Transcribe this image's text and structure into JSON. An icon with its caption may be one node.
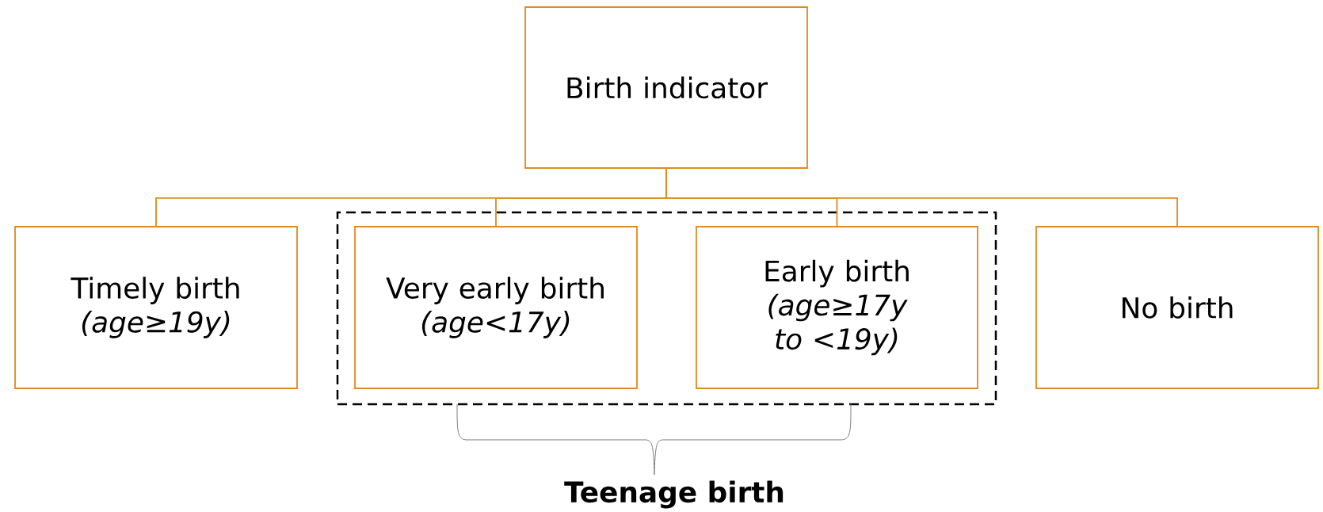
{
  "diagram": {
    "nodes": [
      {
        "text": [
          "Birth indicator"
        ]
      },
      {
        "text": [
          "Timely birth",
          "(age≥19y)"
        ]
      },
      {
        "text": [
          "Teenage birth"
        ]
      },
      {
        "text": [
          "Very early birth",
          "(age<17y)"
        ],
        "in": 2
      },
      {
        "text": [
          "Early birth",
          "(age≥17y to <19y)"
        ],
        "in": 2
      },
      {
        "text": [
          "No birth"
        ]
      }
    ],
    "edges": [
      {
        "from": 0,
        "to": 1,
        "arrow": "none"
      },
      {
        "from": 0,
        "to": 3,
        "arrow": "none"
      },
      {
        "from": 0,
        "to": 4,
        "arrow": "none"
      },
      {
        "from": 0,
        "to": 5,
        "arrow": "none"
      }
    ]
  }
}
